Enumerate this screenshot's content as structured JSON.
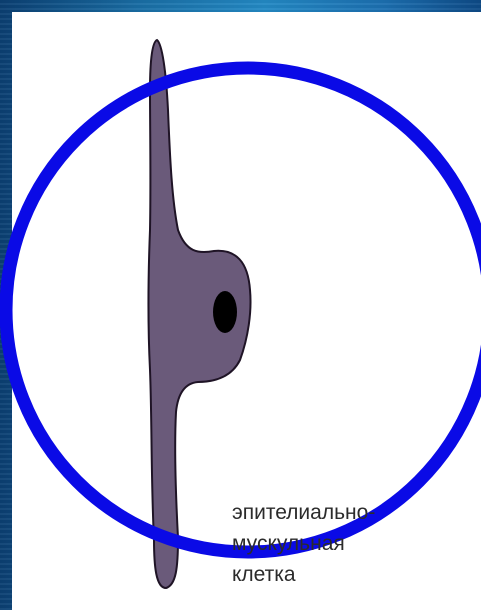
{
  "caption": {
    "line1": "эпителиально-",
    "line2": "мускульная",
    "line3": "клетка"
  },
  "colors": {
    "background": "#1a6fa6",
    "card": "#ffffff",
    "cell_fill": "#6a5a7a",
    "cell_outline": "#1f1426",
    "nucleus": "#000000",
    "circle": "#0a0ae6",
    "caption_text": "#2b2b2b"
  }
}
